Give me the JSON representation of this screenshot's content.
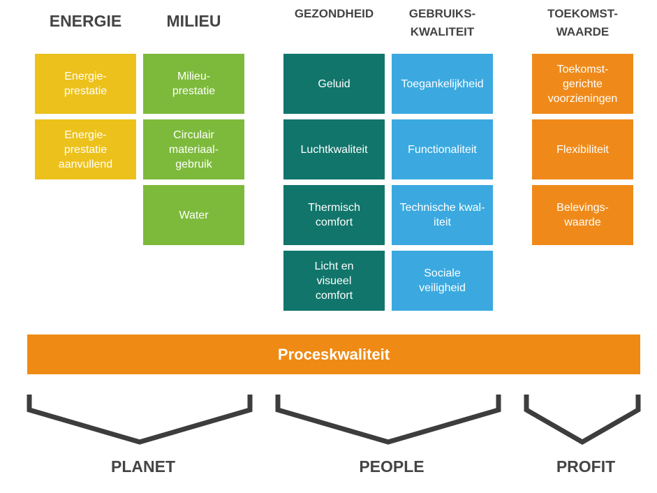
{
  "columns": [
    {
      "heading": "ENERGIE",
      "color": "#ecc11b",
      "tiles": [
        "Energie-\nprestatie",
        "Energie-\nprestatie\naanvullend"
      ]
    },
    {
      "heading": "MILIEU",
      "color": "#7dba3b",
      "tiles": [
        "Milieu-\nprestatie",
        "Circulair\nmateriaal-\ngebruik",
        "Water"
      ]
    },
    {
      "heading": "GEZONDHEID",
      "color": "#11756b",
      "tiles": [
        "Geluid",
        "Luchtkwaliteit",
        "Thermisch\ncomfort",
        "Licht en\nvisueel\ncomfort"
      ]
    },
    {
      "heading": "GEBRUIKS-\nKWALITEIT",
      "color": "#3ba9e0",
      "tiles": [
        "Toegankelijkheid",
        "Functionaliteit",
        "Technische kwal-\niteit",
        "Sociale\nveiligheid"
      ]
    },
    {
      "heading": "TOEKOMST-\nWAARDE",
      "color": "#ef8a1a",
      "tiles": [
        "Toekomst-\ngerichte\nvoorzieningen",
        "Flexibiliteit",
        "Belevings-\nwaarde"
      ]
    }
  ],
  "process_bar": {
    "label": "Proceskwaliteit",
    "color": "#ef8a14"
  },
  "footer": {
    "planet": "PLANET",
    "people": "PEOPLE",
    "profit": "PROFIT"
  },
  "bracket_color": "#3d3d3d"
}
